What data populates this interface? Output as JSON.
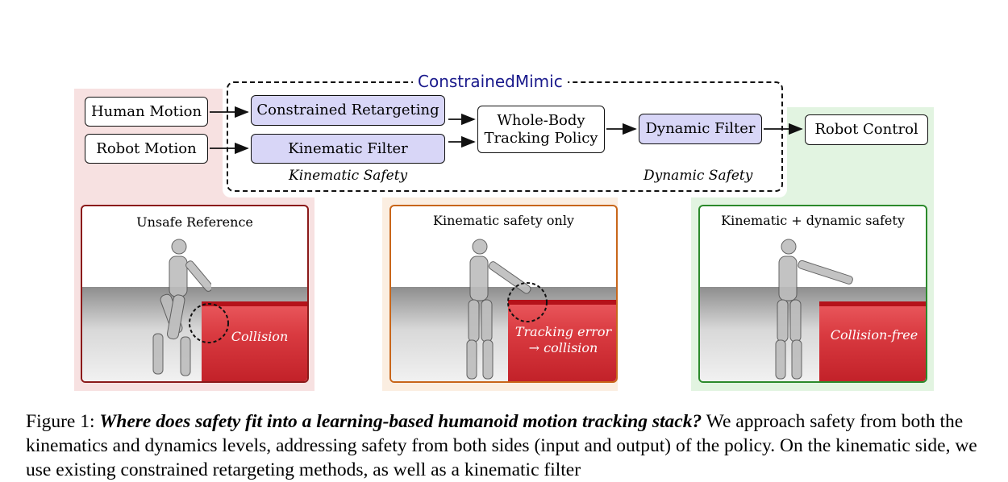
{
  "diagram": {
    "frame_title": "ConstrainedMimic",
    "inputs": [
      "Human Motion",
      "Robot Motion"
    ],
    "retarget_box": "Constrained Retargeting",
    "kinematic_filter_box": "Kinematic Filter",
    "policy_box": [
      "Whole-Body",
      "Tracking Policy"
    ],
    "dynamic_filter_box": "Dynamic Filter",
    "output_box": "Robot Control",
    "kinematic_safety_label": "Kinematic Safety",
    "dynamic_safety_label": "Dynamic Safety"
  },
  "panels": [
    {
      "title": "Unsafe Reference",
      "block_label": [
        "Collision"
      ],
      "border_color": "#8b1a1a"
    },
    {
      "title": "Kinematic safety only",
      "block_label": [
        "Tracking error",
        "→ collision"
      ],
      "border_color": "#c8661a"
    },
    {
      "title": "Kinematic + dynamic safety",
      "block_label": [
        "Collision-free"
      ],
      "border_color": "#2b8a2b"
    }
  ],
  "caption": {
    "prefix": "Figure 1: ",
    "bold_question": "Where does safety fit into a learning-based humanoid motion tracking stack?",
    "text": " We approach safety from both the kinematics and dynamics levels, addressing safety from both sides (input and output) of the policy. On the kinematic side, we use existing constrained retargeting methods, as well as a kinematic filter"
  },
  "colors": {
    "accent_purple": "#d8d6f7",
    "title_blue": "#1a1a8c"
  }
}
